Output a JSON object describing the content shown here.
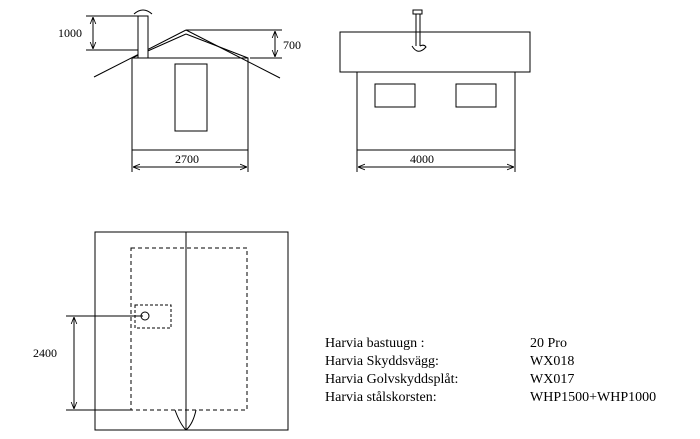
{
  "drawing": {
    "front_view": {
      "width_dim": "2700",
      "chimney_dim": "1000",
      "roof_dim": "700"
    },
    "side_view": {
      "width_dim": "4000"
    },
    "plan_view": {
      "depth_dim": "2400"
    }
  },
  "specs": [
    {
      "label": "Harvia bastuugn :",
      "value": "20 Pro"
    },
    {
      "label": "Harvia Skyddsvägg:",
      "value": "WX018"
    },
    {
      "label": "Harvia Golvskyddsplåt:",
      "value": "WX017"
    },
    {
      "label": "Harvia stålskorsten:",
      "value": "WHP1500+WHP1000"
    }
  ]
}
